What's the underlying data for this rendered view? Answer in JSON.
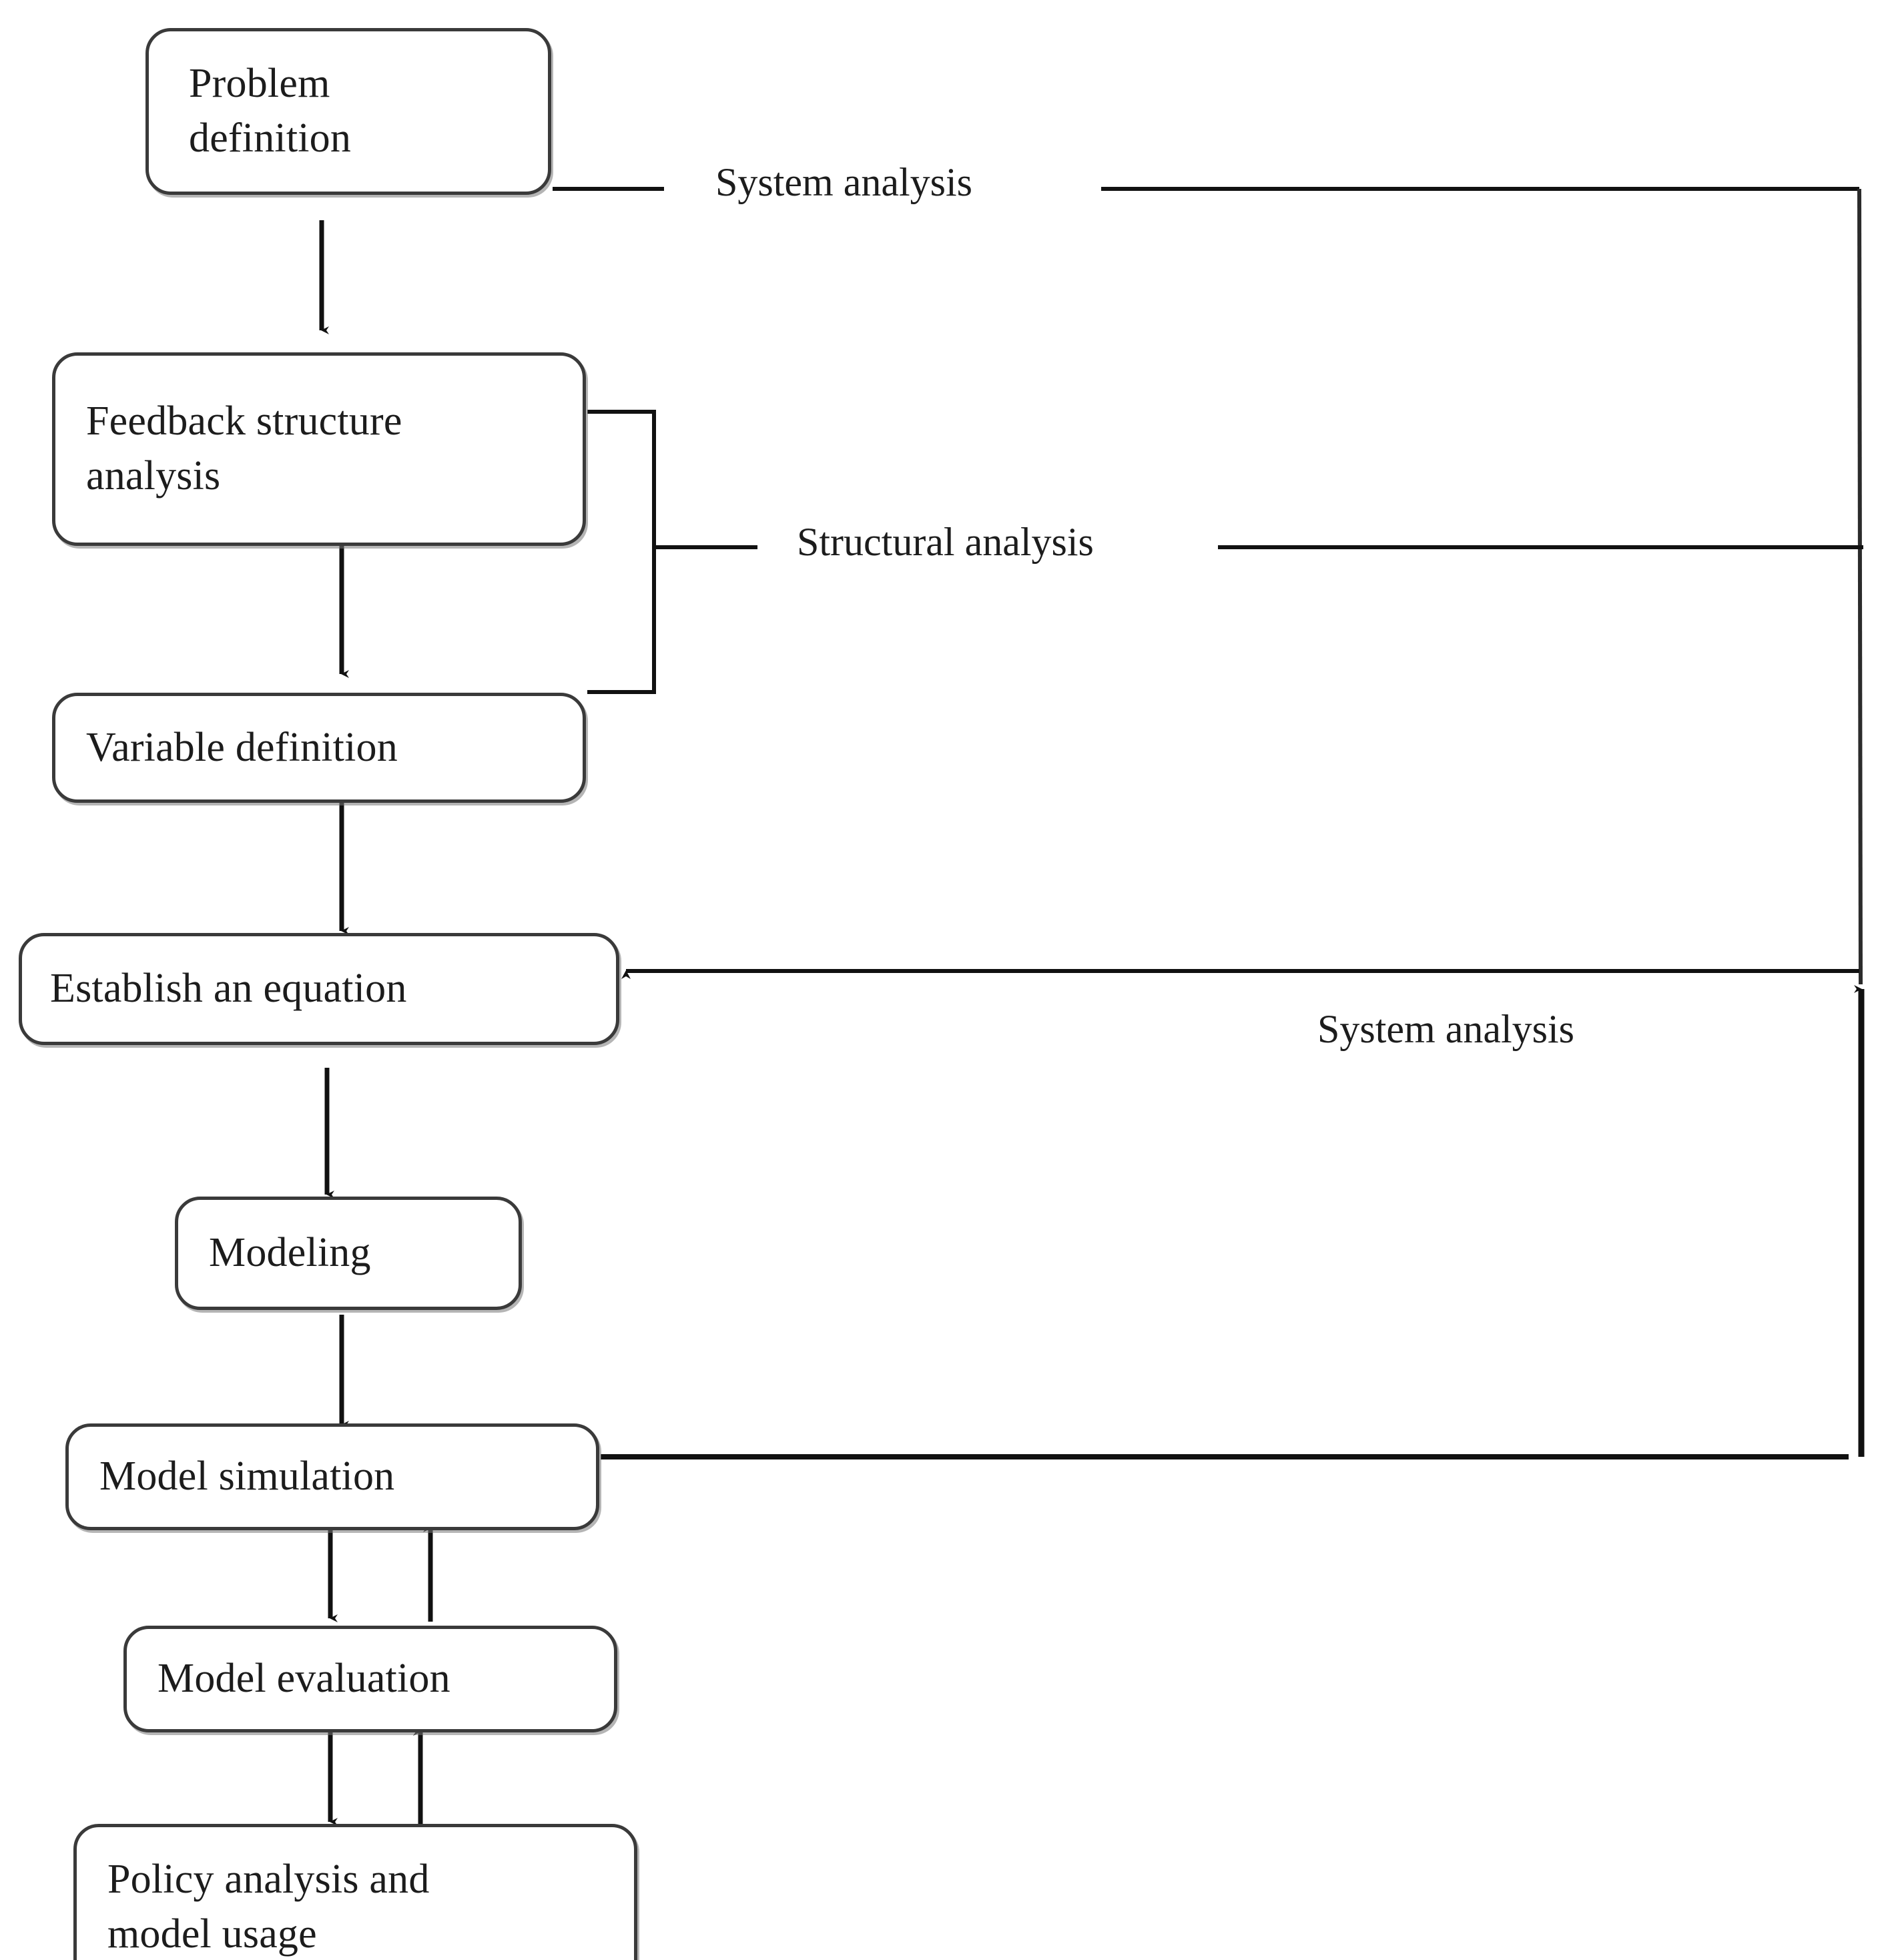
{
  "diagram": {
    "title": "System dynamics modeling process flowchart",
    "ink_color": "#1c1c1c",
    "box_border_color": "#3a3a3a",
    "background_color": "#ffffff",
    "nodes": [
      {
        "id": "problem-definition",
        "label": "Problem\ndefinition"
      },
      {
        "id": "feedback-structure",
        "label": "Feedback structure\nanalysis"
      },
      {
        "id": "variable-definition",
        "label": "Variable definition"
      },
      {
        "id": "establish-equation",
        "label": "Establish an equation"
      },
      {
        "id": "modeling",
        "label": "Modeling"
      },
      {
        "id": "model-simulation",
        "label": "Model simulation"
      },
      {
        "id": "model-evaluation",
        "label": "Model evaluation"
      },
      {
        "id": "policy-analysis",
        "label": "Policy analysis and\nmodel usage"
      }
    ],
    "edge_labels": [
      {
        "id": "system-analysis-top",
        "text": "System analysis"
      },
      {
        "id": "structural-analysis",
        "text": "Structural analysis"
      },
      {
        "id": "system-analysis-bottom",
        "text": "System analysis"
      }
    ]
  }
}
